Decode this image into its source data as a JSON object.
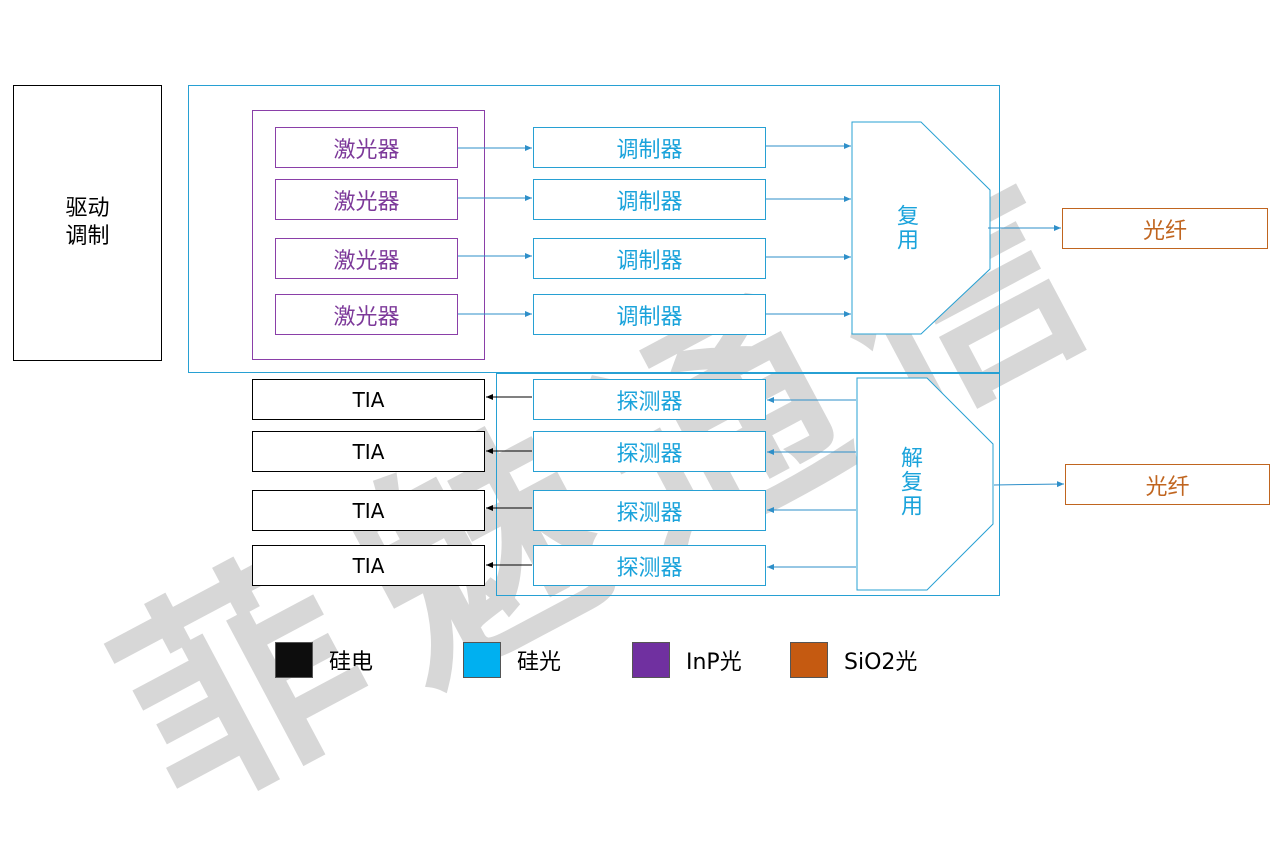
{
  "drive": {
    "line1": "驱动",
    "line2": "调制"
  },
  "lasers": [
    "激光器",
    "激光器",
    "激光器",
    "激光器"
  ],
  "modulators": [
    "调制器",
    "调制器",
    "调制器",
    "调制器"
  ],
  "mux_label": "复用",
  "demux_label": "解复用",
  "detectors": [
    "探测器",
    "探测器",
    "探测器",
    "探测器"
  ],
  "tias": [
    "TIA",
    "TIA",
    "TIA",
    "TIA"
  ],
  "fibers": {
    "top": "光纤",
    "bottom": "光纤"
  },
  "watermark": "菲魅通信",
  "legend": [
    {
      "label": "硅电",
      "color": "#0d0d0d"
    },
    {
      "label": "硅光",
      "color": "#00b0f0"
    },
    {
      "label": "InP光",
      "color": "#7030a0"
    },
    {
      "label": "SiO2光",
      "color": "#c55a11"
    }
  ],
  "colors": {
    "silicon_photonics": "#1aa3db",
    "inp": "#7d3a9a",
    "sio2": "#c0651f",
    "electrical": "#000000"
  }
}
